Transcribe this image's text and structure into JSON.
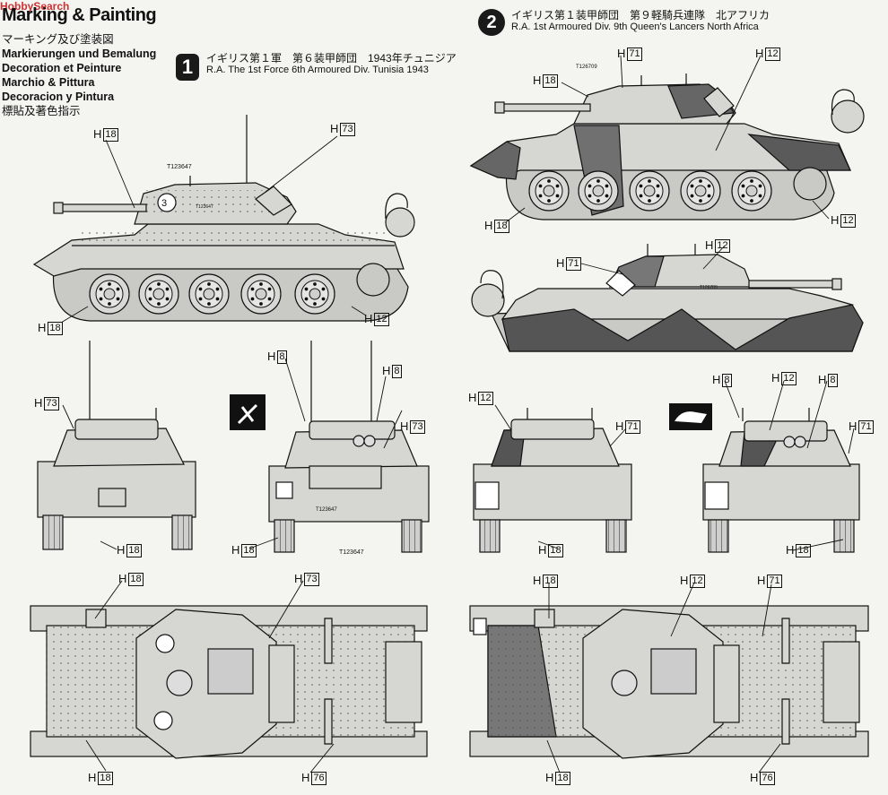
{
  "header": {
    "title": "Marking & Painting",
    "watermark": "HobbySearch",
    "languages": [
      "マーキング及び塗装図",
      "Markierungen und Bemalung",
      "Decoration et Peinture",
      "Marchio & Pittura",
      "Decoracion y Pintura",
      "標貼及著色指示"
    ]
  },
  "scheme1": {
    "number": "1",
    "title_jp": "イギリス第１軍　第６装甲師団　1943年チュニジア",
    "title_en": "R.A. The 1st Force 6th Armoured Div. Tunisia 1943",
    "serial": "T123647",
    "turret_number": "3"
  },
  "scheme2": {
    "number": "2",
    "title_jp": "イギリス第１装甲師団　第９軽騎兵連隊　北アフリカ",
    "title_en": "R.A. 1st Armoured Div. 9th Queen's Lancers North Africa",
    "serial": "T126709"
  },
  "callouts": {
    "H": "H",
    "d8": "8",
    "d12": "12",
    "d18": "18",
    "d71": "71",
    "d73": "73",
    "d76": "76"
  },
  "colors": {
    "background": "#f4f4f1",
    "tank_base": "#d6d6d3",
    "camo_dark": "#555555",
    "camo_mid": "#8a8a8a",
    "line": "#111111"
  }
}
